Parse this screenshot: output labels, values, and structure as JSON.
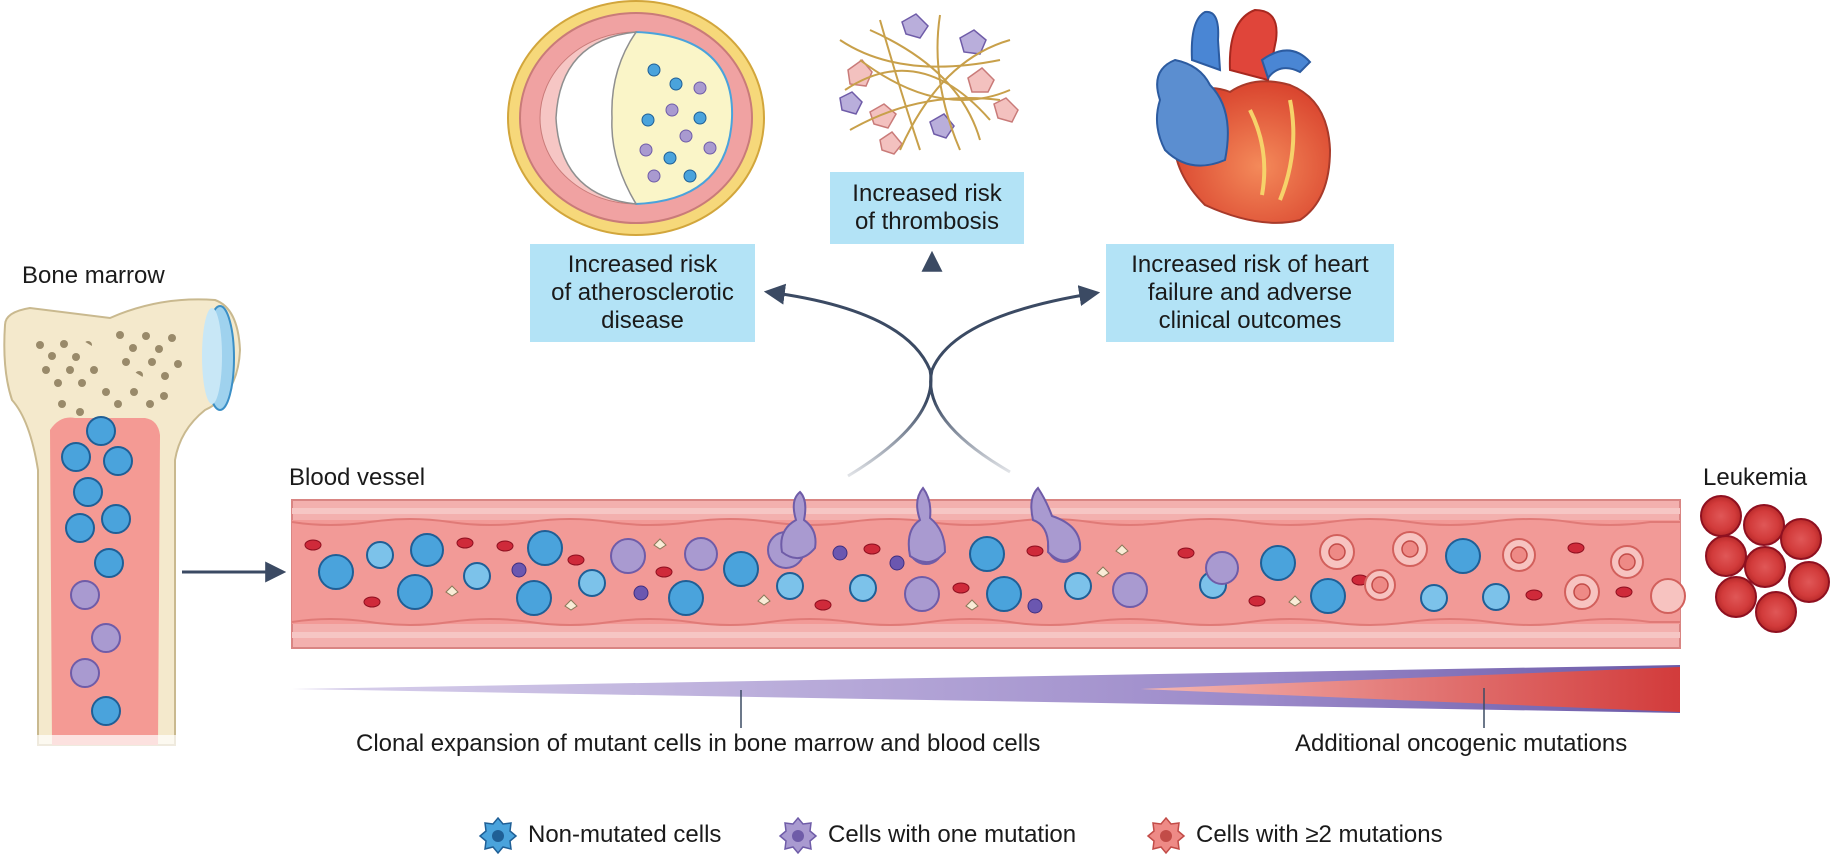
{
  "labels": {
    "bone_marrow": "Bone marrow",
    "blood_vessel": "Blood vessel",
    "leukemia": "Leukemia",
    "clonal_expansion": "Clonal expansion of mutant cells in bone marrow and blood cells",
    "oncogenic": "Additional oncogenic mutations"
  },
  "outcomes": {
    "atherosclerosis": [
      "Increased risk",
      "of atherosclerotic",
      "disease"
    ],
    "thrombosis": [
      "Increased risk",
      "of thrombosis"
    ],
    "heart_failure": [
      "Increased risk of heart",
      "failure and adverse",
      "clinical outcomes"
    ]
  },
  "legend": [
    {
      "label": "Non-mutated cells",
      "color": "#4aa3dc"
    },
    {
      "label": "Cells with one mutation",
      "color": "#a99ad0"
    },
    {
      "label": "Cells with ≥2 mutations",
      "color": "#ee8a86"
    }
  ],
  "colors": {
    "outcome_box": "#b3e3f6",
    "arrow": "#3b4a63",
    "vessel": "#f0a2a2",
    "non_mutated": "#4aa3dc",
    "one_mutation": "#a99ad0",
    "two_mutations": "#ee8a86",
    "leukemia_cell": "#d23b3b"
  }
}
